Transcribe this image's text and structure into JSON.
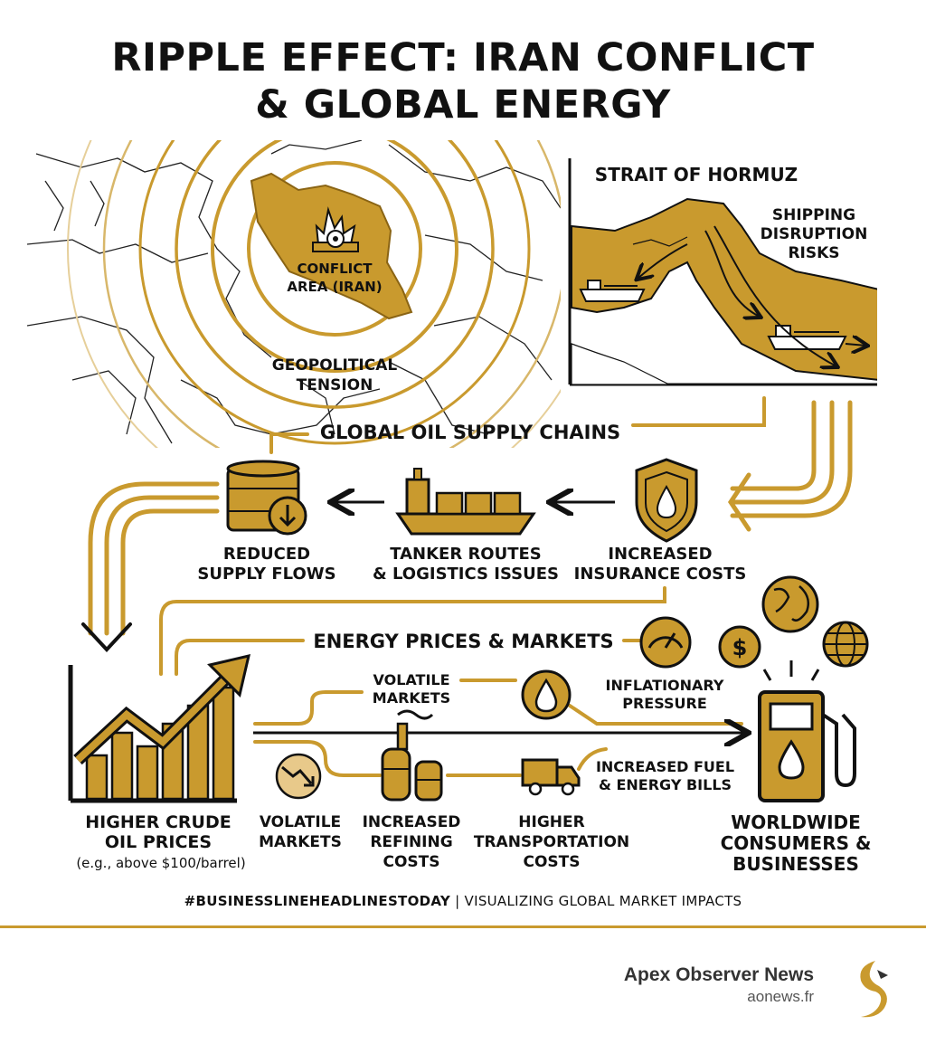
{
  "title": {
    "line1": "RIPPLE EFFECT: IRAN CONFLICT",
    "line2": "& GLOBAL ENERGY"
  },
  "map": {
    "conflict_label": "CONFLICT\nAREA (IRAN)",
    "tension_label": "GEOPOLITICAL\nTENSION"
  },
  "hormuz": {
    "title": "STRAIT OF HORMUZ",
    "risk_label": "SHIPPING\nDISRUPTION\nRISKS"
  },
  "supply_chain": {
    "heading": "GLOBAL OIL SUPPLY CHAINS",
    "items": [
      {
        "label": "REDUCED\nSUPPLY FLOWS",
        "icon": "oil-barrel-down-icon"
      },
      {
        "label": "TANKER ROUTES\n& LOGISTICS ISSUES",
        "icon": "tanker-ship-icon"
      },
      {
        "label": "INCREASED\nINSURANCE COSTS",
        "icon": "shield-drop-icon"
      }
    ]
  },
  "markets": {
    "heading": "ENERGY PRICES & MARKETS",
    "volatile_top": "VOLATILE\nMARKETS",
    "inflation": "INFLATIONARY\nPRESSURE",
    "fuel_bills": "INCREASED FUEL\n& ENERGY BILLS",
    "crude": "HIGHER CRUDE\nOIL PRICES",
    "crude_note": "(e.g., above $100/barrel)",
    "volatile_bottom": "VOLATILE\nMARKETS",
    "refining": "INCREASED\nREFINING\nCOSTS",
    "transport": "HIGHER\nTRANSPORTATION\nCOSTS",
    "consumers": "WORLDWIDE\nCONSUMERS &\nBUSINESSES"
  },
  "footer": {
    "hashtag": "#BUSINESSLINEHEADLINESTODAY",
    "separator": " | ",
    "tagline": "VISUALIZING GLOBAL MARKET IMPACTS",
    "brand_name": "Apex Observer News",
    "brand_url": "aonews.fr"
  },
  "colors": {
    "gold": "#c99a2e",
    "gold_dark": "#a97f1f",
    "ink": "#111111"
  }
}
